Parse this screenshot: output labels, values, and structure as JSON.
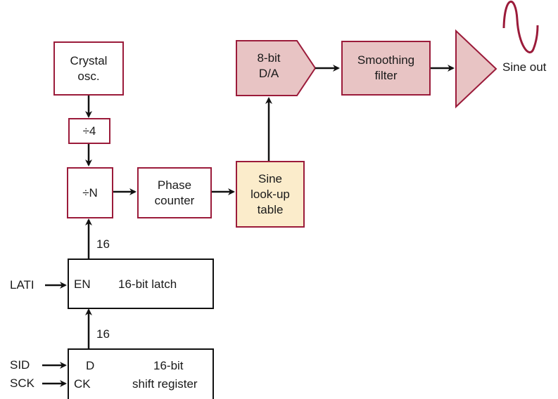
{
  "blocks": {
    "crystal_osc": [
      "Crystal",
      "osc."
    ],
    "div4": "÷4",
    "divN": "÷N",
    "phase_counter": [
      "Phase",
      "counter"
    ],
    "sine_lut": [
      "Sine",
      "look-up",
      "table"
    ],
    "dac": [
      "8-bit",
      "D/A"
    ],
    "smoothing_filter": [
      "Smoothing",
      "filter"
    ],
    "latch": {
      "en": "EN",
      "title": "16-bit latch"
    },
    "shift_register": {
      "d": "D",
      "ck": "CK",
      "title_1": "16-bit",
      "title_2": "shift register"
    }
  },
  "labels": {
    "sine_out": "Sine out",
    "bus_width_latch_to_divN": "16",
    "bus_width_shift_to_latch": "16",
    "lati": "LATI",
    "sid": "SID",
    "sck": "SCK"
  },
  "colors": {
    "block_border": "#9b1b3a",
    "dac_fill": "#e8c4c4",
    "lut_fill": "#fbeccb",
    "wire": "#111111",
    "sine_wave": "#9b1b3a"
  }
}
